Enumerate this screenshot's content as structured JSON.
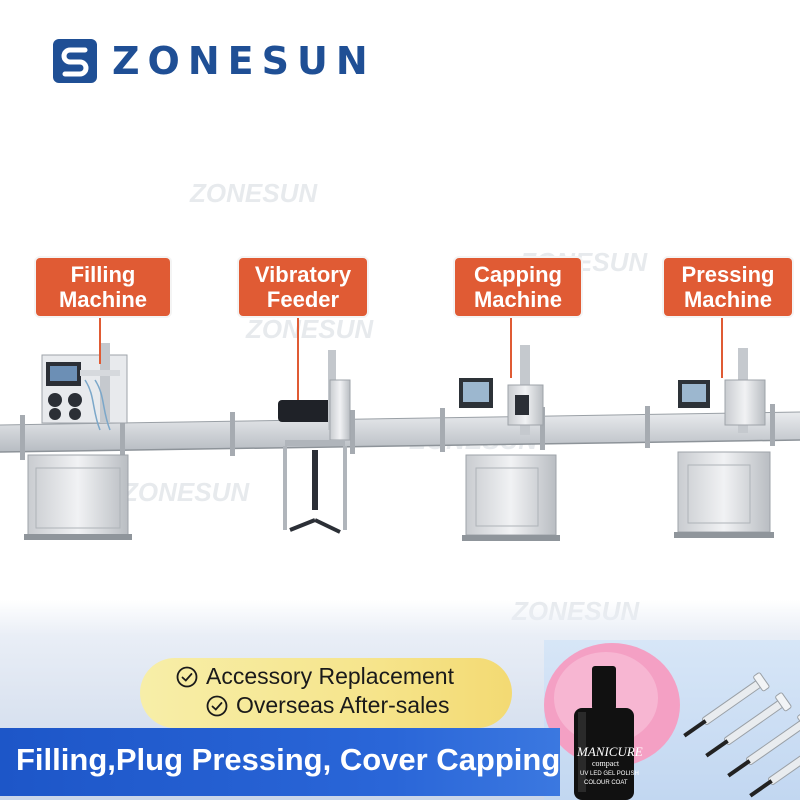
{
  "brand": {
    "name": "ZONESUN",
    "color": "#1f4f95"
  },
  "watermark": "ZONESUN",
  "labels": [
    {
      "lines": [
        "Filling",
        "Machine"
      ]
    },
    {
      "lines": [
        "Vibratory",
        "Feeder"
      ]
    },
    {
      "lines": [
        "Capping",
        "Machine"
      ]
    },
    {
      "lines": [
        "Pressing",
        "Machine"
      ]
    }
  ],
  "features": [
    {
      "icon": "check-circle-icon",
      "text": "Accessory Replacement"
    },
    {
      "icon": "check-circle-icon",
      "text": "Overseas After-sales"
    }
  ],
  "banner": {
    "text": "Filling,Plug Pressing, Cover Capping"
  },
  "product": {
    "brand": "MANICURE",
    "sub": "compact",
    "desc": "UV LED GEL POLISH",
    "desc2": "COLOUR COAT"
  },
  "colors": {
    "label_bg": "#e05b34",
    "banner_blue": "#2a66d8",
    "features_bg": "#f6e58d",
    "accent_pink": "#f4a0c4"
  }
}
